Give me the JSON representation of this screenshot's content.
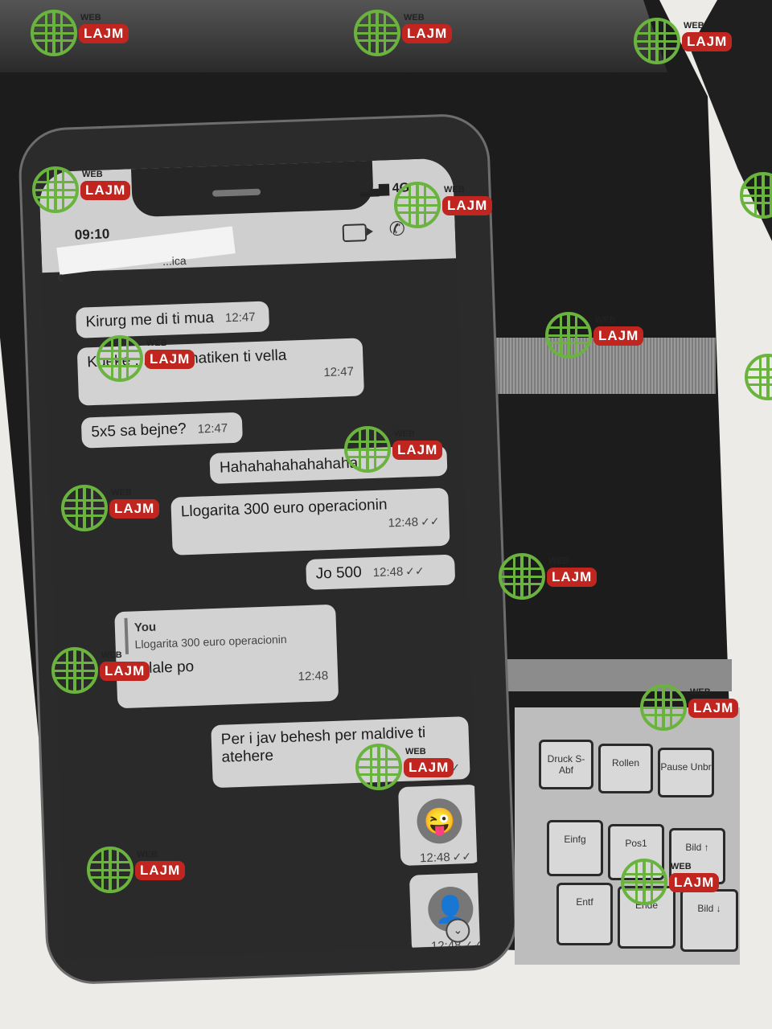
{
  "status_bar": {
    "time": "09:10",
    "network": "4G",
    "signal_icon": "signal-bars-icon"
  },
  "chat_header": {
    "contact_name": "...ica",
    "video_icon": "video-call-icon",
    "call_icon": "phone-call-icon",
    "back_icon": "back-arrow-icon"
  },
  "messages": [
    {
      "direction": "incoming",
      "text": "Kirurg me di ti mua",
      "time": "12:47"
    },
    {
      "direction": "incoming",
      "text": "Kueke ... matematiken ti vella",
      "time": "12:47"
    },
    {
      "direction": "incoming",
      "text": "5x5 sa bejne?",
      "time": "12:47"
    },
    {
      "direction": "outgoing",
      "text": "Hahahahahahahaha",
      "time": ""
    },
    {
      "direction": "outgoing",
      "text": "Llogarita 300 euro operacionin",
      "time": "12:48",
      "ticks": "✓✓"
    },
    {
      "direction": "outgoing",
      "text": "Jo 500",
      "time": "12:48",
      "ticks": "✓✓"
    },
    {
      "direction": "incoming",
      "quote_author": "You",
      "quote_text": "Llogarita 300 euro operacionin",
      "text": "Po lale po",
      "time": "12:48"
    },
    {
      "direction": "outgoing",
      "text": "Per i jav behesh per maldive ti atehere",
      "time": "12:48",
      "ticks": "✓✓"
    },
    {
      "direction": "outgoing",
      "sticker": "winking-face-sticker",
      "sticker_glyph": "😜",
      "time": "12:48",
      "ticks": "✓✓"
    },
    {
      "direction": "outgoing",
      "sticker": "person-avatar-sticker",
      "sticker_glyph": "👤",
      "time": "12:48",
      "ticks": "✓✓"
    }
  ],
  "scroll_down_glyph": "⌄",
  "keyboard_keys": [
    {
      "label": "Druck S-Abf"
    },
    {
      "label": "Rollen"
    },
    {
      "label": "Pause Unbr"
    },
    {
      "label": "Einfg"
    },
    {
      "label": "Pos1"
    },
    {
      "label": "Bild ↑"
    },
    {
      "label": "Entf"
    },
    {
      "label": "Ende"
    },
    {
      "label": "Bild ↓"
    }
  ],
  "watermark": {
    "top_text": "WEB",
    "badge_text": "LAJM",
    "globe_color": "#6bb33f",
    "badge_color": "#c0261f"
  }
}
